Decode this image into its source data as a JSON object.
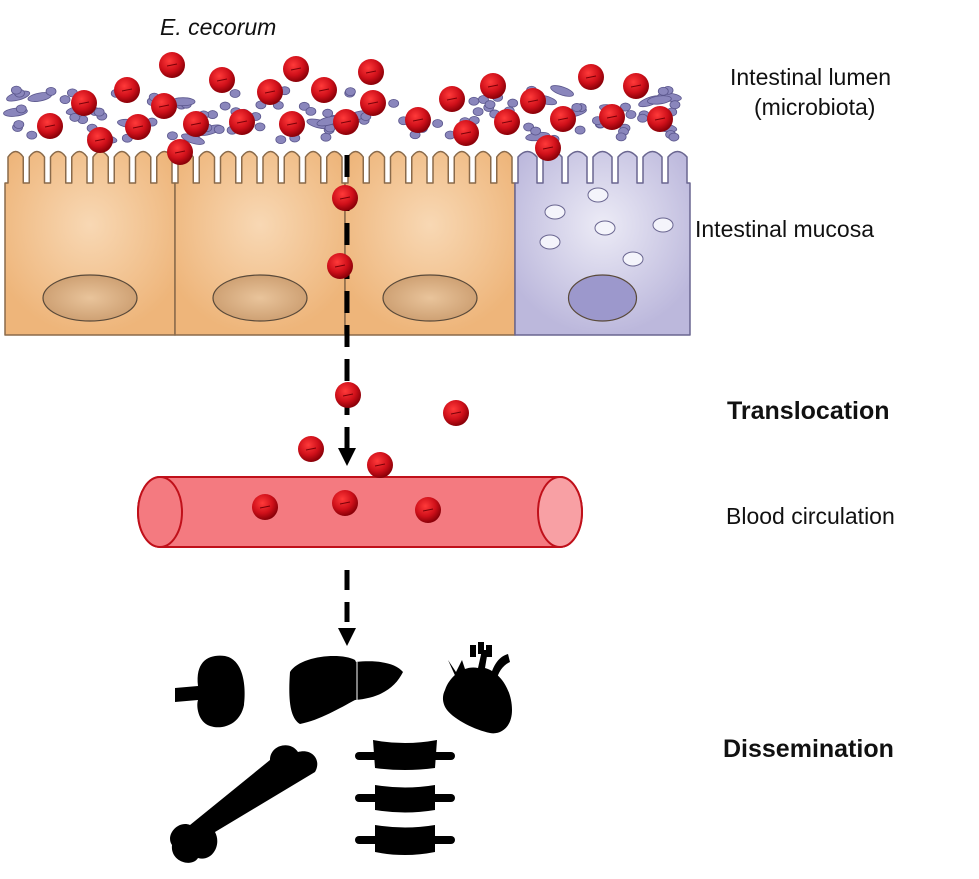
{
  "labels": {
    "organism": "E. cecorum",
    "lumen_line1": "Intestinal lumen",
    "lumen_line2": "(microbiota)",
    "mucosa": "Intestinal mucosa",
    "translocation": "Translocation",
    "blood": "Blood circulation",
    "dissemination": "Dissemination"
  },
  "colors": {
    "bacterium": "#d0101a",
    "epithelial_cell": "#f2c08a",
    "goblet_cell": "#c9c6e2",
    "microbiota": "#8a86bc",
    "vessel": "#f47a80",
    "organs": "#000000"
  },
  "organs": [
    "spleen-icon",
    "liver-icon",
    "heart-icon",
    "bone-icon",
    "vertebrae-icon"
  ]
}
